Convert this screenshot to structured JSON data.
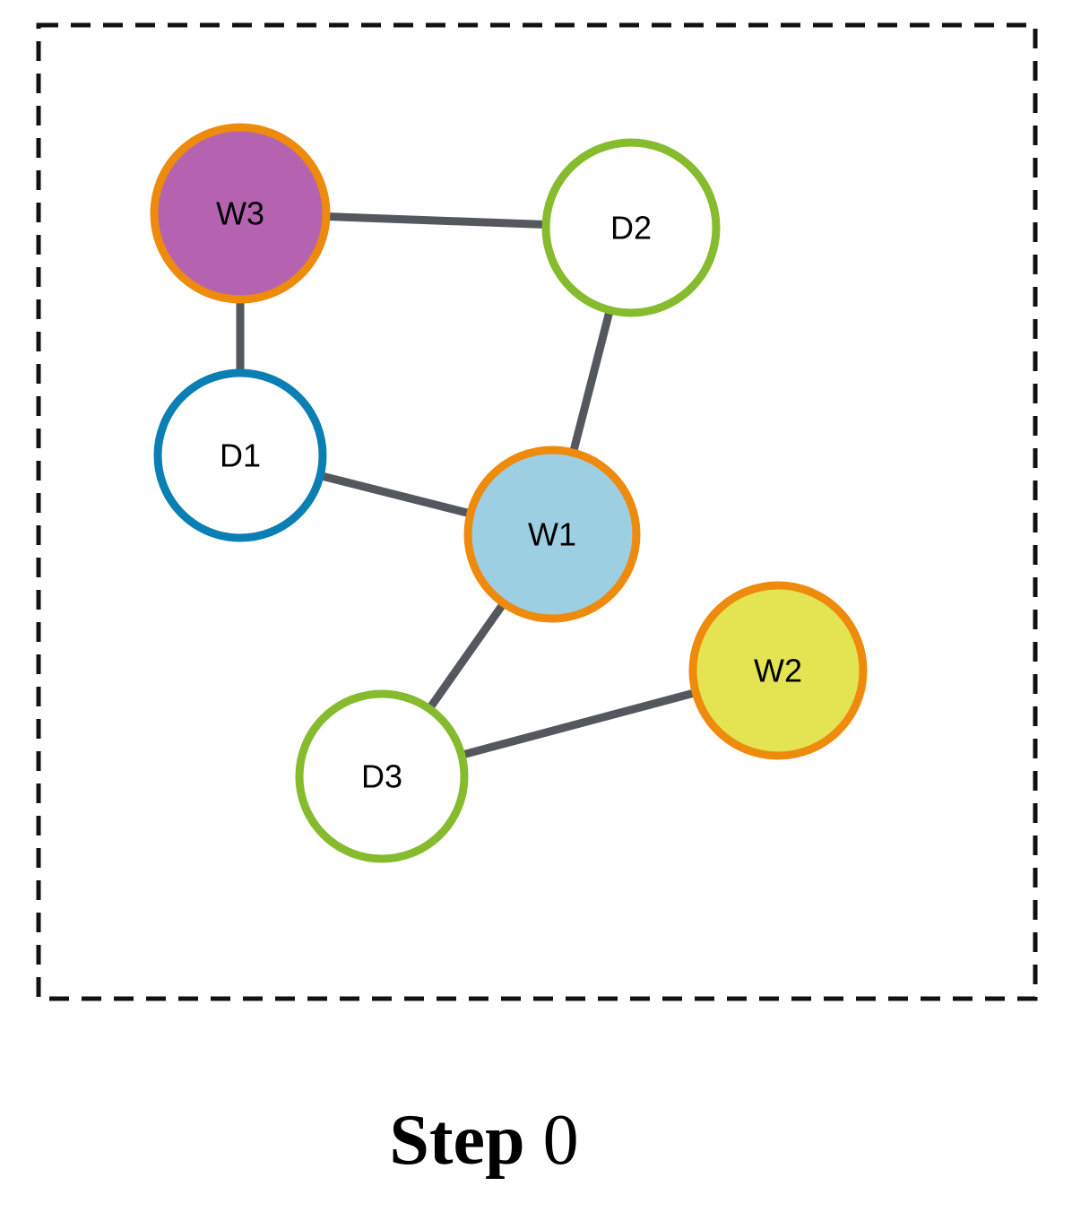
{
  "caption": {
    "word": "Step",
    "number": "0"
  },
  "colors": {
    "frame": "#111111",
    "edge": "#54575d",
    "orange_ring": "#ee8a0c",
    "green_ring": "#86bb2e",
    "blue_ring": "#0a7fb3",
    "w3_fill": "#b563b0",
    "w1_fill": "#9dcfe3",
    "w2_fill": "#e4e452",
    "doc_fill": "#ffffff"
  },
  "nodes": [
    {
      "id": "W3",
      "label": "W3",
      "kind": "word",
      "fill": "#b563b0",
      "ring": "#ee8a0c"
    },
    {
      "id": "D2",
      "label": "D2",
      "kind": "document",
      "fill": "#ffffff",
      "ring": "#86bb2e"
    },
    {
      "id": "D1",
      "label": "D1",
      "kind": "document",
      "fill": "#ffffff",
      "ring": "#0a7fb3"
    },
    {
      "id": "W1",
      "label": "W1",
      "kind": "word",
      "fill": "#9dcfe3",
      "ring": "#ee8a0c"
    },
    {
      "id": "W2",
      "label": "W2",
      "kind": "word",
      "fill": "#e4e452",
      "ring": "#ee8a0c"
    },
    {
      "id": "D3",
      "label": "D3",
      "kind": "document",
      "fill": "#ffffff",
      "ring": "#86bb2e"
    }
  ],
  "edges": [
    {
      "from": "W3",
      "to": "D2"
    },
    {
      "from": "W3",
      "to": "D1"
    },
    {
      "from": "D1",
      "to": "W1"
    },
    {
      "from": "D2",
      "to": "W1"
    },
    {
      "from": "W1",
      "to": "D3"
    },
    {
      "from": "D3",
      "to": "W2"
    }
  ]
}
